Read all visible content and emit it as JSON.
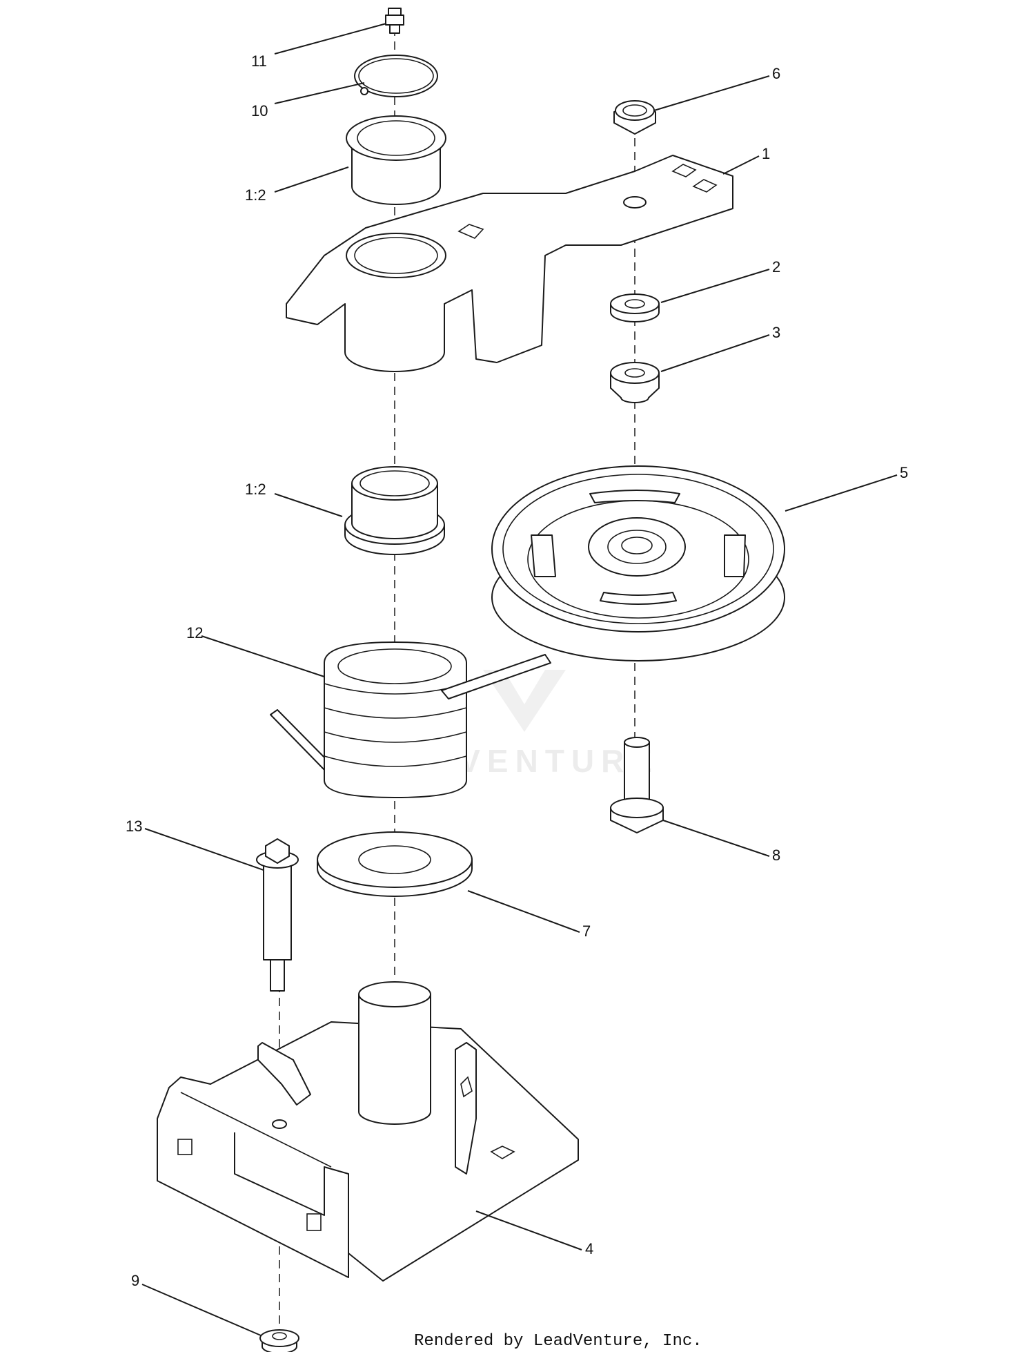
{
  "callouts": {
    "c1": "1",
    "c2": "2",
    "c3": "3",
    "c4": "4",
    "c5": "5",
    "c6": "6",
    "c7": "7",
    "c8": "8",
    "c9": "9",
    "c10": "10",
    "c11": "11",
    "c12": "12",
    "c13": "13",
    "c12a": "1:2",
    "c12b": "1:2"
  },
  "watermark": "LEADVENTURE",
  "footer": "Rendered by LeadVenture, Inc."
}
